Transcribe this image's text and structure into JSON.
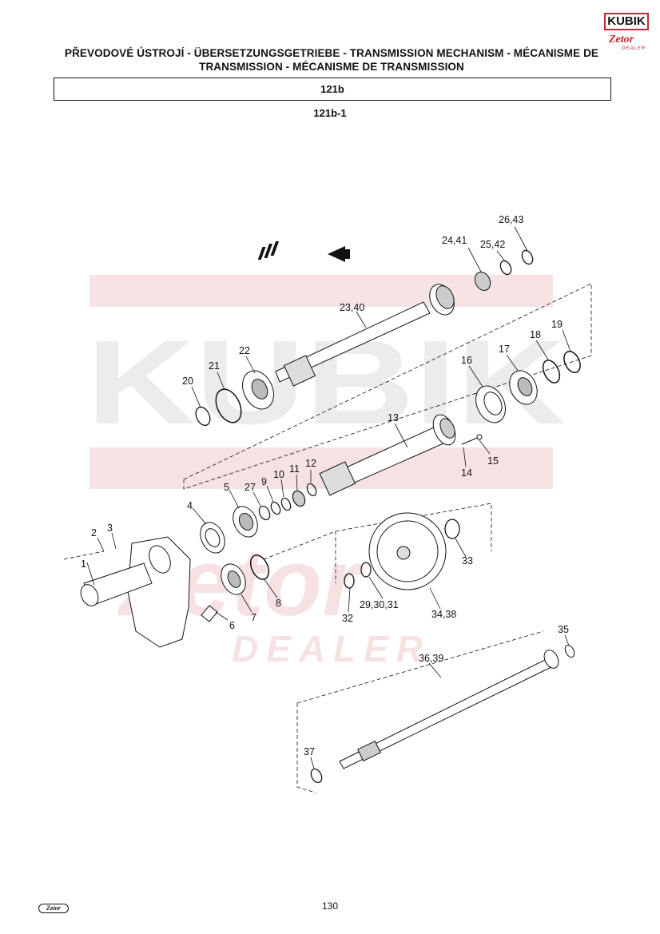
{
  "header": {
    "title_line1": "PŘEVODOVÉ ÚSTROJÍ - ÜBERSETZUNGSGETRIEBE - TRANSMISSION MECHANISM - MÉCANISME DE",
    "title_line2": "TRANSMISSION - MÉCANISME DE TRANSMISSION",
    "section": "121b",
    "subsection": "121b-1"
  },
  "logo": {
    "top_text": "KUBIK",
    "brand": "Zetor",
    "tag": "DEALER"
  },
  "watermark": {
    "main": "KUBIK",
    "sub": "Zetor",
    "tag": "DEALER"
  },
  "callouts": [
    "26,43",
    "24,41",
    "25,42",
    "23,40",
    "19",
    "18",
    "17",
    "16",
    "22",
    "21",
    "20",
    "13",
    "15",
    "14",
    "12",
    "11",
    "10",
    "9",
    "27",
    "5",
    "4",
    "3",
    "2",
    "1",
    "7",
    "8",
    "6",
    "33",
    "29,30,31",
    "32",
    "34,38",
    "35",
    "36,39",
    "37"
  ],
  "footer": {
    "page_number": "130",
    "logo_text": "Zetor"
  }
}
